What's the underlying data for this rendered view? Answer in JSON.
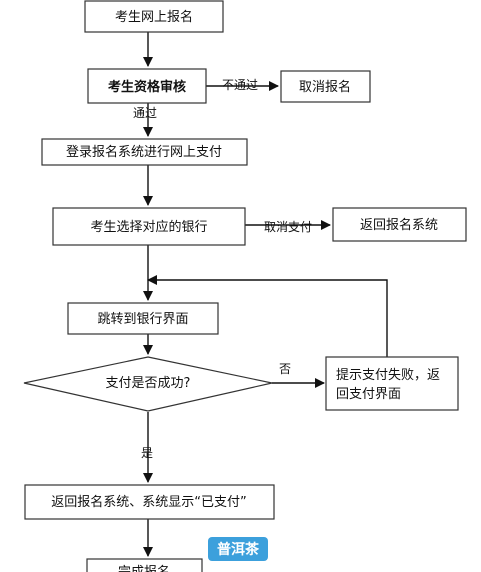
{
  "nodes": {
    "apply": "考生网上报名",
    "review": "考生资格审核",
    "cancel_apply": "取消报名",
    "login_pay": "登录报名系统进行网上支付",
    "choose_bank": "考生选择对应的银行",
    "return_system": "返回报名系统",
    "jump_bank": "跳转到银行界面",
    "pay_success": "支付是否成功?",
    "fail_line1": "提示支付失败，返",
    "fail_line2": "回支付界面",
    "return_paid": "返回报名系统、系统显示“已支付”",
    "complete": "完成报名"
  },
  "edges": {
    "not_pass": "不通过",
    "pass": "通过",
    "cancel_pay": "取消支付",
    "no": "否",
    "yes": "是"
  },
  "watermark": "普洱茶",
  "colors": {
    "box_stroke": "#333333",
    "arrow": "#111111",
    "watermark_bg": "#1a8fd6"
  }
}
